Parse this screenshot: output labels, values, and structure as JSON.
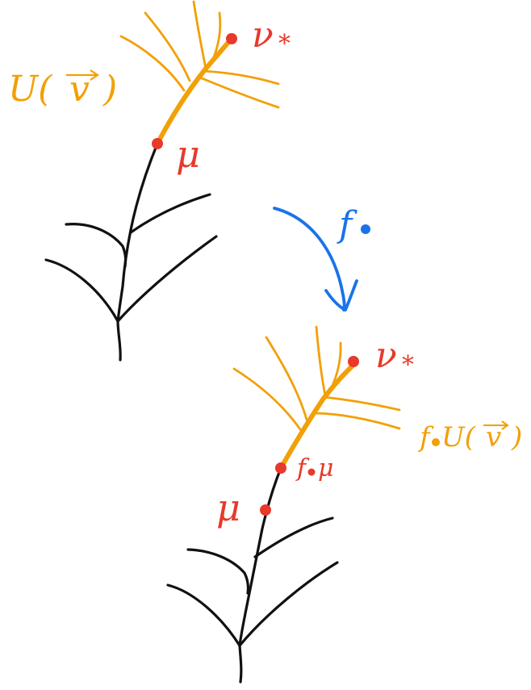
{
  "colors": {
    "red": "#e8392a",
    "orange": "#f2a007",
    "blue": "#1a73e8",
    "black": "#111111"
  },
  "labels": {
    "top_nu": "ν",
    "top_nu_sub": "*",
    "top_U": "U(",
    "top_v": "v",
    "top_close": ")",
    "top_mu": "μ",
    "arrow_f": "f",
    "bottom_nu": "ν",
    "bottom_nu_sub": "*",
    "bottom_fU_f": "f",
    "bottom_fU_U": "U(",
    "bottom_fU_v": "v",
    "bottom_fU_close": ")",
    "bottom_fmu_f": "f",
    "bottom_fmu_mu": "μ",
    "bottom_mu": "μ"
  }
}
